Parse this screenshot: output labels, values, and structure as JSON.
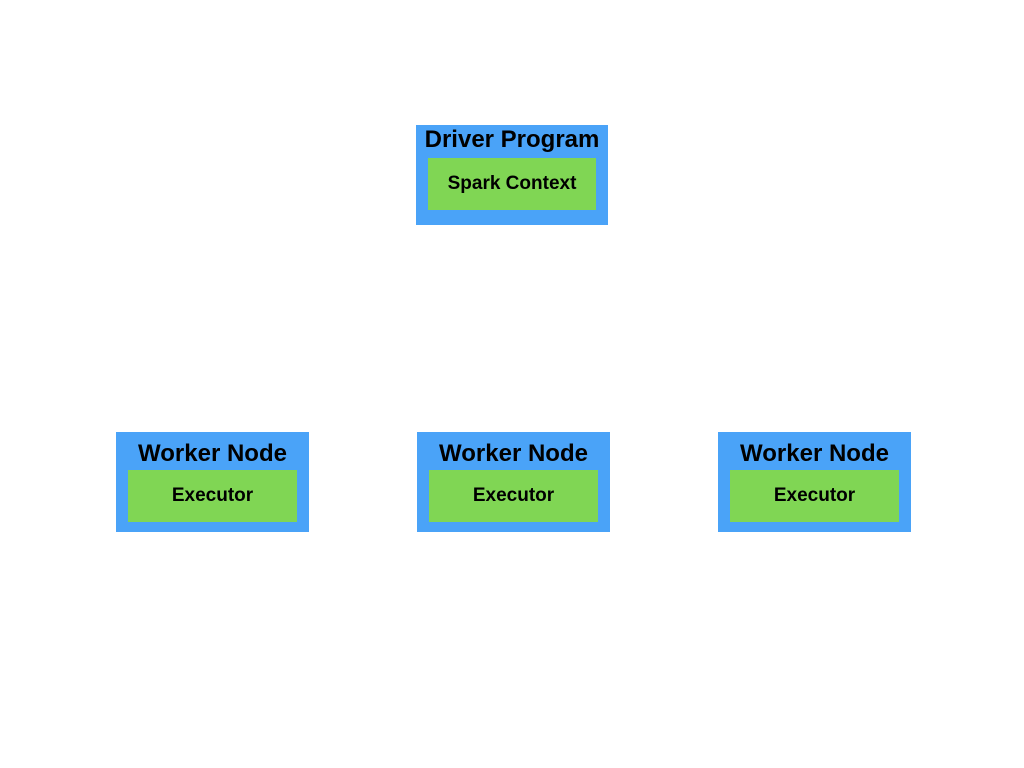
{
  "driver": {
    "title": "Driver Program",
    "inner_label": "Spark Context"
  },
  "workers": [
    {
      "title": "Worker Node",
      "inner_label": "Executor"
    },
    {
      "title": "Worker Node",
      "inner_label": "Executor"
    },
    {
      "title": "Worker Node",
      "inner_label": "Executor"
    }
  ],
  "colors": {
    "outer_box": "#4aa3f8",
    "inner_box": "#80d654",
    "text": "#000000",
    "background": "#ffffff"
  }
}
